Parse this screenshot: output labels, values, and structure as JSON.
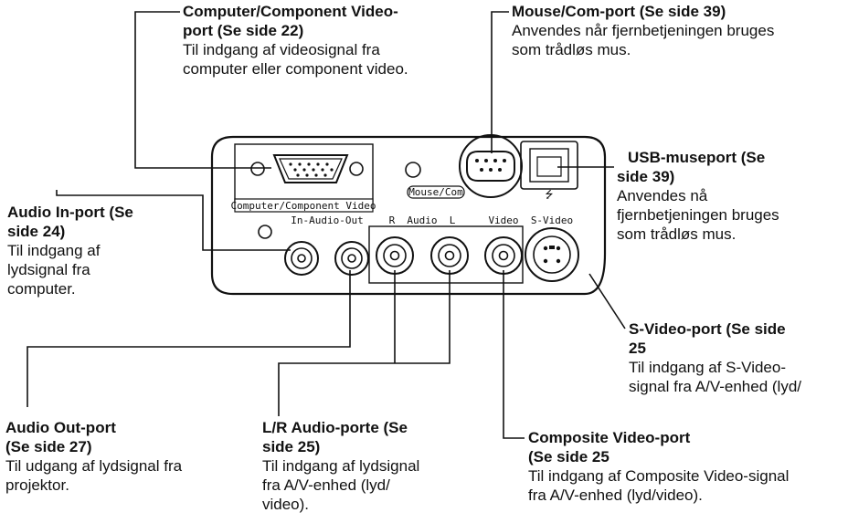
{
  "heading_fragment": "",
  "panel_labels": {
    "computer_component_video": "Computer/Component Video",
    "in_audio_out": "In-Audio-Out",
    "r_audio_l": "R  Audio  L",
    "video": "Video",
    "s_video": "S-Video",
    "mouse_com": "Mouse/Com",
    "usb_symbol": "⭍"
  },
  "callouts": {
    "computer_video": {
      "title_lines": [
        "Computer/Component Video-",
        "port (Se side 22)"
      ],
      "desc_lines": [
        "Til indgang af videosignal fra",
        "computer eller component video."
      ]
    },
    "mouse_com": {
      "title_lines": [
        "Mouse/Com-port (Se side 39)"
      ],
      "desc_lines": [
        "Anvendes når fjernbetjeningen bruges",
        "som trådløs mus."
      ]
    },
    "usb_mouse": {
      "title_lines": [
        "USB-museport (Se",
        "side 39)"
      ],
      "desc_lines": [
        "Anvendes nå",
        "fjernbetjeningen bruges",
        "som trådløs mus."
      ]
    },
    "audio_in": {
      "title_lines": [
        "Audio In-port (Se",
        "side 24)"
      ],
      "desc_lines": [
        "Til indgang af",
        "lydsignal fra",
        "computer."
      ]
    },
    "s_video": {
      "title_lines": [
        "S-Video-port (Se side",
        "25"
      ],
      "desc_lines": [
        "Til indgang af S-Video-",
        "signal fra A/V-enhed (lyd/"
      ]
    },
    "audio_out": {
      "title_lines": [
        "Audio Out-port",
        "(Se side 27)"
      ],
      "desc_lines": [
        "Til udgang af lydsignal fra",
        "projektor."
      ]
    },
    "lr_audio": {
      "title_lines": [
        "L/R Audio-porte (Se",
        "side 25)"
      ],
      "desc_lines": [
        "Til indgang af lydsignal",
        "fra A/V-enhed (lyd/",
        "video)."
      ]
    },
    "composite_video": {
      "title_lines": [
        "Composite Video-port",
        "(Se side 25"
      ],
      "desc_lines": [
        "Til indgang af Composite Video-signal",
        "fra A/V-enhed (lyd/video)."
      ]
    }
  }
}
